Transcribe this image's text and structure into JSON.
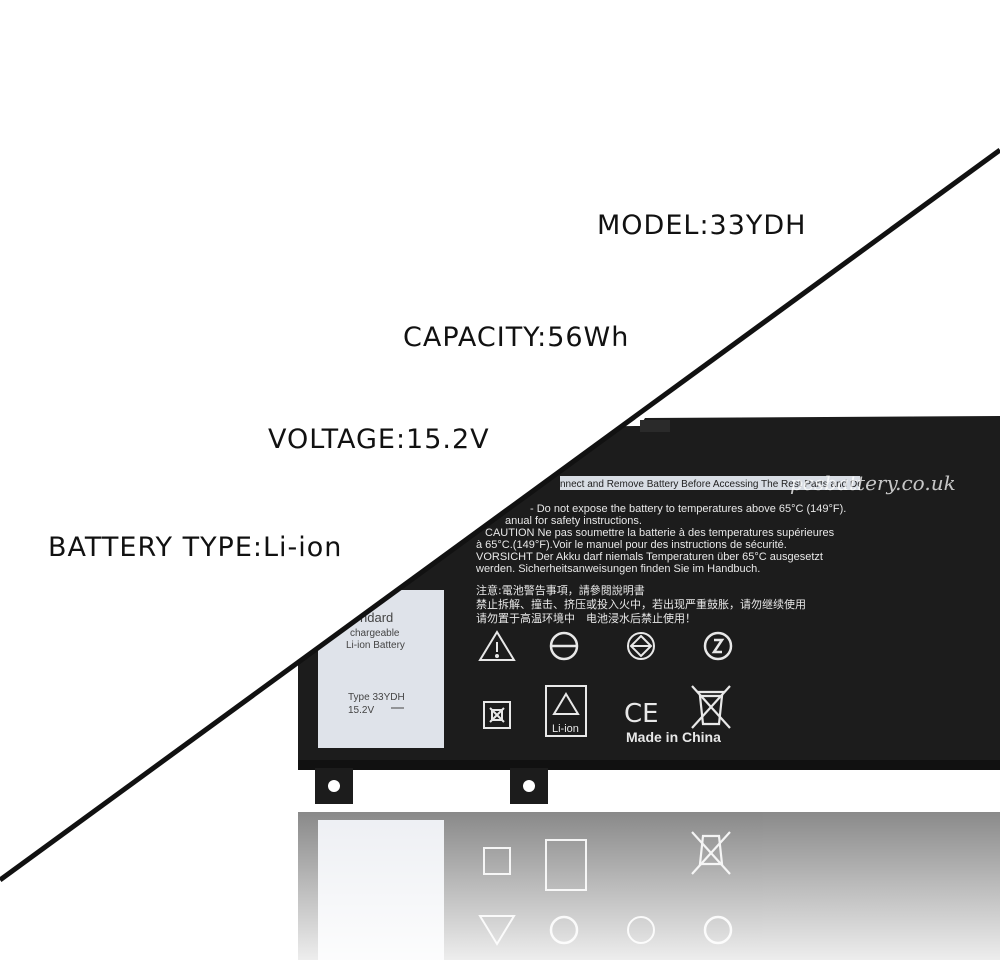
{
  "specs": {
    "model": {
      "label": "MODEL:",
      "value": "33YDH"
    },
    "capacity": {
      "label": "CAPACITY:",
      "value": "56Wh"
    },
    "voltage": {
      "label": "VOLTAGE:",
      "value": "15.2V"
    },
    "battery_type": {
      "label": "BATTERY TYPE:",
      "value": "Li-ion"
    }
  },
  "battery": {
    "watermark": "pcsbattery.co.uk",
    "top_warning": "nnect and Remove Battery Before Accessing The Rest Parts and Devices",
    "warning_lines": [
      "- Do not expose the battery to temperatures above 65°C (149°F).",
      "anual for safety instructions.",
      "CAUTION Ne pas soumettre la batterie à des temperatures supérieures",
      "à 65°C.(149°F).Voir le manuel pour des instructions de sécurité.",
      "VORSICHT Der Akku darf niemals Temperaturen über 65°C ausgesetzt",
      "werden. Sicherheitsanweisungen finden Sie im Handbuch."
    ],
    "chinese_lines": [
      "注意:電池警告事項，請參閱說明書",
      "禁止拆解、撞击、挤压或投入火中，若出现严重鼓胀，请勿继续使用",
      "请勿置于高温环境中　电池浸水后禁止使用！"
    ],
    "sticker_lines": [
      "ndard",
      "chargeable",
      "Li-ion Battery"
    ],
    "sticker_type": "Type 33YDH",
    "sticker_voltage": "15.2V",
    "recycle_label": "Li-ion",
    "made_in": "Made in China",
    "ce_mark": "CE"
  },
  "colors": {
    "battery_body": "#1c1c1c",
    "sticker": "#dfe3ea",
    "text_on_battery": "#e8e8e8",
    "diagonal_line": "#111111"
  }
}
